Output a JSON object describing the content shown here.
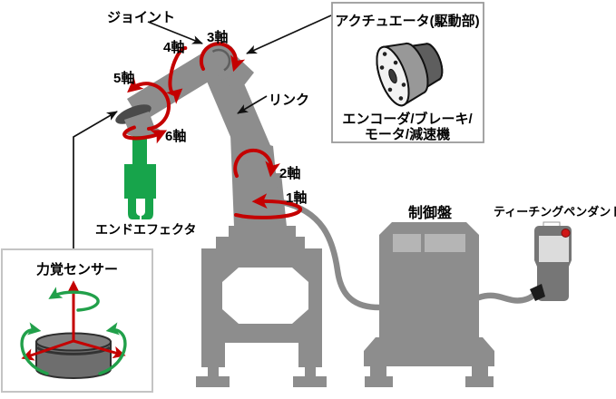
{
  "labels": {
    "joint": "ジョイント",
    "axis1": "1軸",
    "axis2": "2軸",
    "axis3": "3軸",
    "axis4": "4軸",
    "axis5": "5軸",
    "axis6": "6軸",
    "link": "リンク",
    "end_effector": "エンドエフェクタ",
    "control_panel": "制御盤",
    "teaching_pendant": "ティーチングペンダント"
  },
  "actuator_box": {
    "title": "アクチュエータ(駆動部)",
    "caption_line1": "エンコーダ/ブレーキ/",
    "caption_line2": "モータ/減速機"
  },
  "force_sensor_box": {
    "title": "力覚センサー"
  },
  "colors": {
    "robot_gray": "#8d8d8d",
    "dark_band": "#4a4a4a",
    "arrow_red": "#c40000",
    "effector_green": "#17a44b",
    "sensor_green": "#21a04a",
    "leader_black": "#111111",
    "vent_gray": "#b5b5b5",
    "cable_gray": "#8a8a8a",
    "screen_gray": "#dcdcdc",
    "button_red": "#cf1717",
    "cylinder_gray": "#6e6e6e",
    "actuator_face": "#f2f2f2"
  }
}
